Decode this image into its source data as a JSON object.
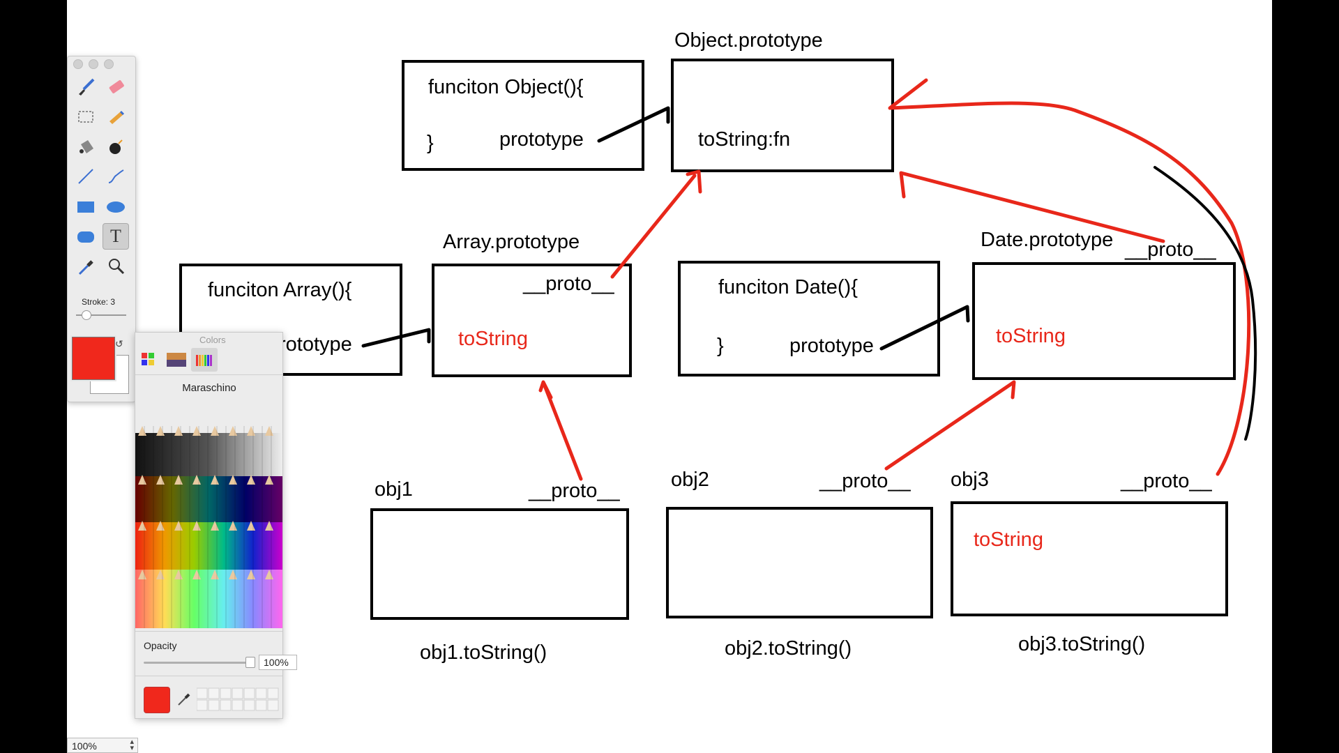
{
  "diagram": {
    "object_fn": {
      "line1": "funciton Object(){",
      "line2": "}",
      "prototype_label": "prototype"
    },
    "object_proto": {
      "title": "Object.prototype",
      "content": "toString:fn"
    },
    "array_fn": {
      "line1": "funciton Array(){",
      "prototype_label": "rototype"
    },
    "array_proto": {
      "title": "Array.prototype",
      "proto_label": "__proto__",
      "content": "toString"
    },
    "date_fn": {
      "line1": "funciton Date(){",
      "line2": "}",
      "prototype_label": "prototype"
    },
    "date_proto": {
      "title": "Date.prototype",
      "proto_label": "__proto__",
      "content": "toString"
    },
    "obj1": {
      "name": "obj1",
      "proto_label": "__proto__",
      "call": "obj1.toString()"
    },
    "obj2": {
      "name": "obj2",
      "proto_label": "__proto__",
      "call": "obj2.toString()"
    },
    "obj3": {
      "name": "obj3",
      "proto_label": "__proto__",
      "content": "toString",
      "call": "obj3.toString()"
    }
  },
  "toolbox": {
    "stroke_label": "Stroke: 3",
    "tools": [
      "brush-icon",
      "eraser-icon",
      "rect-select-icon",
      "lasso-icon",
      "fill-bucket-icon",
      "bomb-icon",
      "line-icon",
      "curve-icon",
      "rectangle-icon",
      "ellipse-icon",
      "rounded-rect-icon",
      "text-icon",
      "eyedropper-icon",
      "magnifier-icon"
    ],
    "selected_tool": "text-icon"
  },
  "colors_panel": {
    "title": "Colors",
    "selected_color_name": "Maraschino",
    "opacity_label": "Opacity",
    "opacity_value": "100%",
    "current_color": "#f0281c"
  },
  "zoom": {
    "value": "100%"
  },
  "colors": {
    "ink_red": "#e8271a",
    "ink_black": "#000000"
  }
}
